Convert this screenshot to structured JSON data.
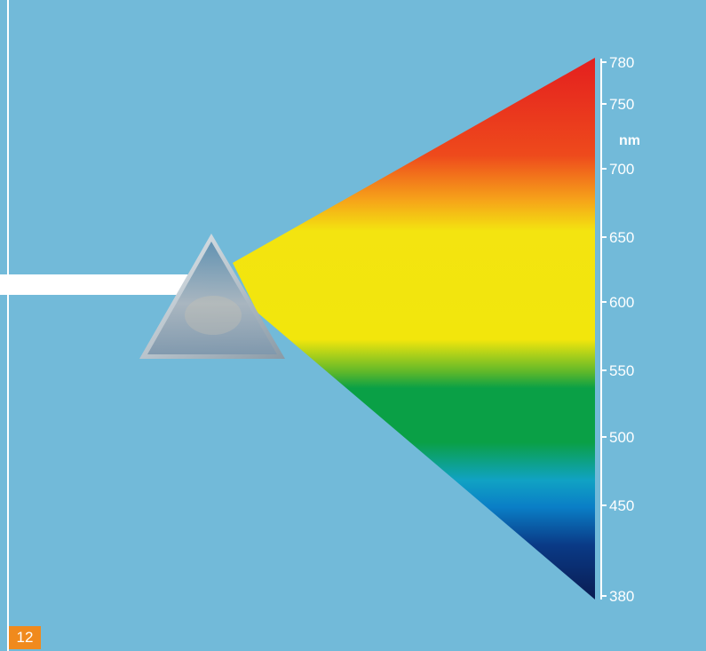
{
  "scale": {
    "unit": "nm",
    "ticks": [
      {
        "value": 780,
        "label": "780"
      },
      {
        "value": 750,
        "label": "750"
      },
      {
        "value": 700,
        "label": "700"
      },
      {
        "value": 650,
        "label": "650"
      },
      {
        "value": 600,
        "label": "600"
      },
      {
        "value": 550,
        "label": "550"
      },
      {
        "value": 500,
        "label": "500"
      },
      {
        "value": 450,
        "label": "450"
      },
      {
        "value": 380,
        "label": "380"
      }
    ]
  },
  "page_number": "12",
  "colors": {
    "background": "#72bad9",
    "page_badge": "#f08a1d",
    "light_beam": "#ffffff",
    "spectrum_red": "#e8261e",
    "spectrum_yellow": "#f0e80a",
    "spectrum_green": "#0aa046",
    "spectrum_blue": "#0a8ad0",
    "spectrum_navy": "#0a1e5a"
  }
}
